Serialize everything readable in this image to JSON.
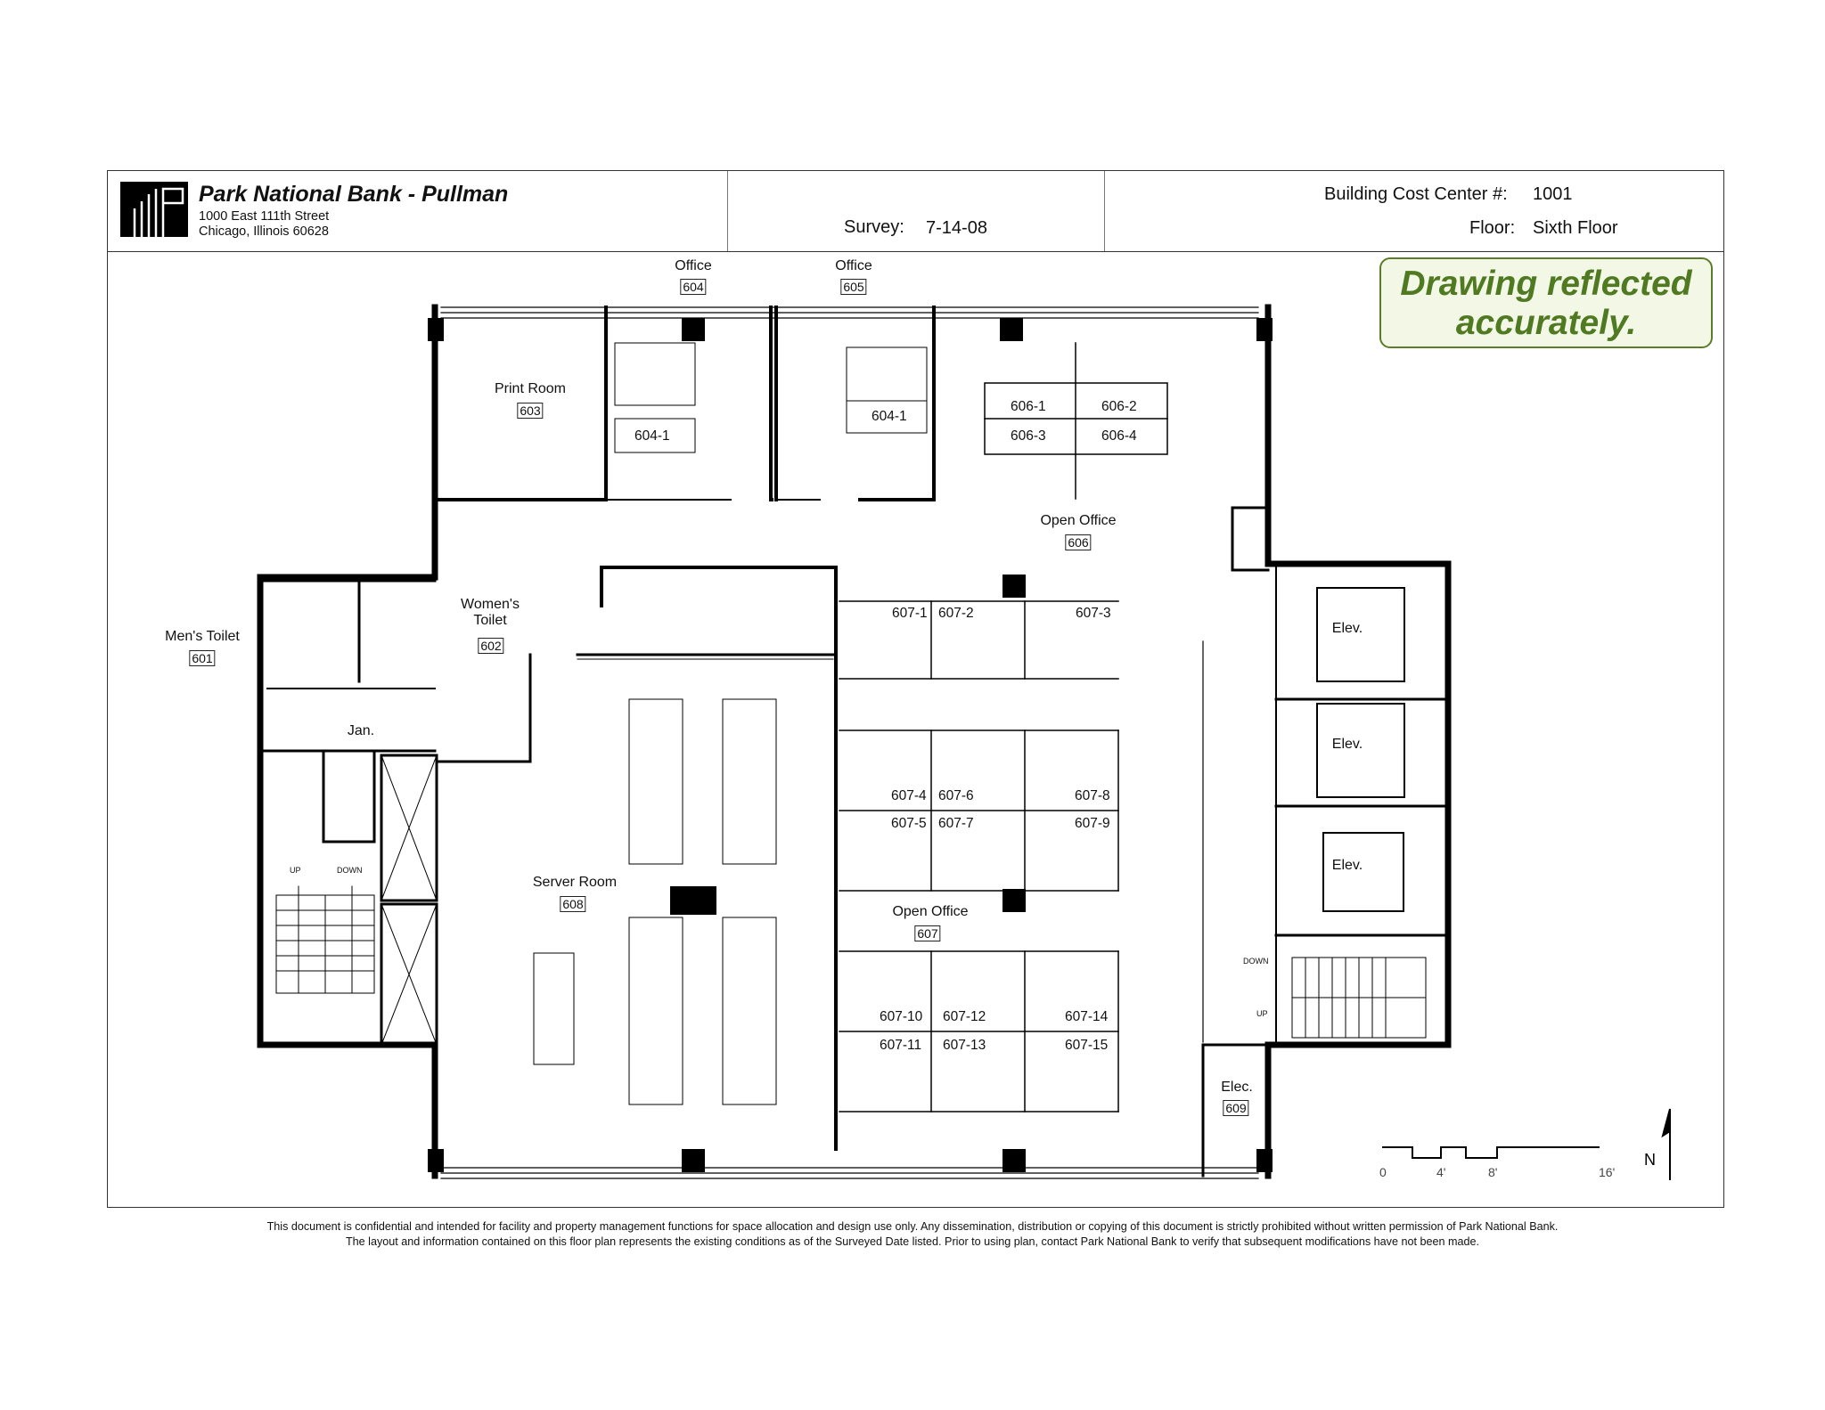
{
  "title_block": {
    "company": "Park National Bank - Pullman",
    "address_line1": "1000 East 111th Street",
    "address_line2": "Chicago, Illinois 60628",
    "survey_label": "Survey:",
    "survey_date": "7-14-08",
    "cost_center_label": "Building Cost Center #:",
    "cost_center_value": "1001",
    "floor_label": "Floor:",
    "floor_value": "Sixth Floor"
  },
  "stamp": {
    "line1": "Drawing reflected",
    "line2": "accurately."
  },
  "rooms": {
    "r604": {
      "name": "Office",
      "number": "604"
    },
    "r605": {
      "name": "Office",
      "number": "605"
    },
    "r603": {
      "name": "Print Room",
      "number": "603"
    },
    "r606": {
      "name": "Open Office",
      "number": "606"
    },
    "r601": {
      "name": "Men's Toilet",
      "number": "601"
    },
    "r602": {
      "name": "Women's Toilet",
      "number": "602"
    },
    "r608": {
      "name": "Server Room",
      "number": "608"
    },
    "r607": {
      "name": "Open Office",
      "number": "607"
    },
    "r609": {
      "name": "Elec.",
      "number": "609"
    },
    "jan": "Jan.",
    "elev": "Elev."
  },
  "cubicles": {
    "c604_1a": "604-1",
    "c604_1b": "604-1",
    "c606_1": "606-1",
    "c606_2": "606-2",
    "c606_3": "606-3",
    "c606_4": "606-4",
    "c607_1": "607-1",
    "c607_2": "607-2",
    "c607_3": "607-3",
    "c607_4": "607-4",
    "c607_6": "607-6",
    "c607_8": "607-8",
    "c607_5": "607-5",
    "c607_7": "607-7",
    "c607_9": "607-9",
    "c607_10": "607-10",
    "c607_12": "607-12",
    "c607_14": "607-14",
    "c607_11": "607-11",
    "c607_13": "607-13",
    "c607_15": "607-15"
  },
  "stairs": {
    "up": "UP",
    "down": "DOWN"
  },
  "scale": {
    "t0": "0",
    "t4": "4'",
    "t8": "8'",
    "t16": "16'",
    "north": "N"
  },
  "disclaimer": {
    "line1": "This document is confidential and intended for facility and property management functions for space allocation and design use only.  Any dissemination, distribution or copying of this document is strictly prohibited without written permission of Park National Bank.",
    "line2": "The layout and information contained on this floor plan represents the existing conditions as of the Surveyed Date listed.  Prior to using plan, contact Park National Bank to verify that subsequent modifications have not been made."
  },
  "colors": {
    "stamp_text": "#4f7a21",
    "stamp_border": "#5a7d2a",
    "wall": "#000000"
  }
}
